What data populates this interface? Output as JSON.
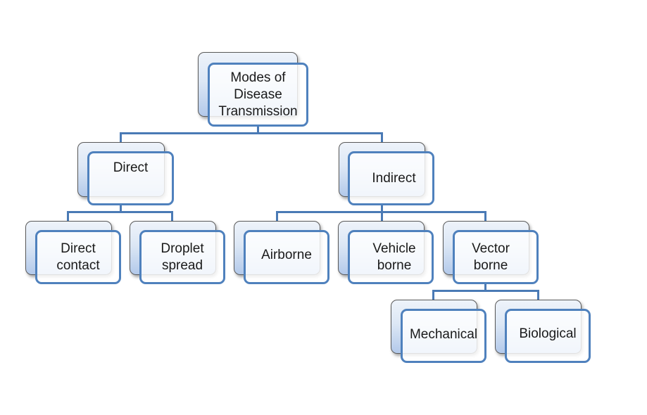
{
  "diagram": {
    "type": "hierarchy",
    "nodes": {
      "root": {
        "label": "Modes of\nDisease\nTransmission"
      },
      "direct": {
        "label": "Direct"
      },
      "indirect": {
        "label": "Indirect"
      },
      "direct_contact": {
        "label": "Direct\ncontact"
      },
      "droplet_spread": {
        "label": "Droplet\nspread"
      },
      "airborne": {
        "label": "Airborne"
      },
      "vehicle_borne": {
        "label": "Vehicle\nborne"
      },
      "vector_borne": {
        "label": "Vector\nborne"
      },
      "mechanical": {
        "label": "Mechanical"
      },
      "biological": {
        "label": "Biological"
      }
    },
    "edges": [
      [
        "root",
        "direct"
      ],
      [
        "root",
        "indirect"
      ],
      [
        "direct",
        "direct_contact"
      ],
      [
        "direct",
        "droplet_spread"
      ],
      [
        "indirect",
        "airborne"
      ],
      [
        "indirect",
        "vehicle_borne"
      ],
      [
        "indirect",
        "vector_borne"
      ],
      [
        "vector_borne",
        "mechanical"
      ],
      [
        "vector_borne",
        "biological"
      ]
    ],
    "colors": {
      "connector": "#4a7ab5",
      "node_border": "#4f81bd",
      "node_back_fill": "#dce7f5"
    }
  }
}
